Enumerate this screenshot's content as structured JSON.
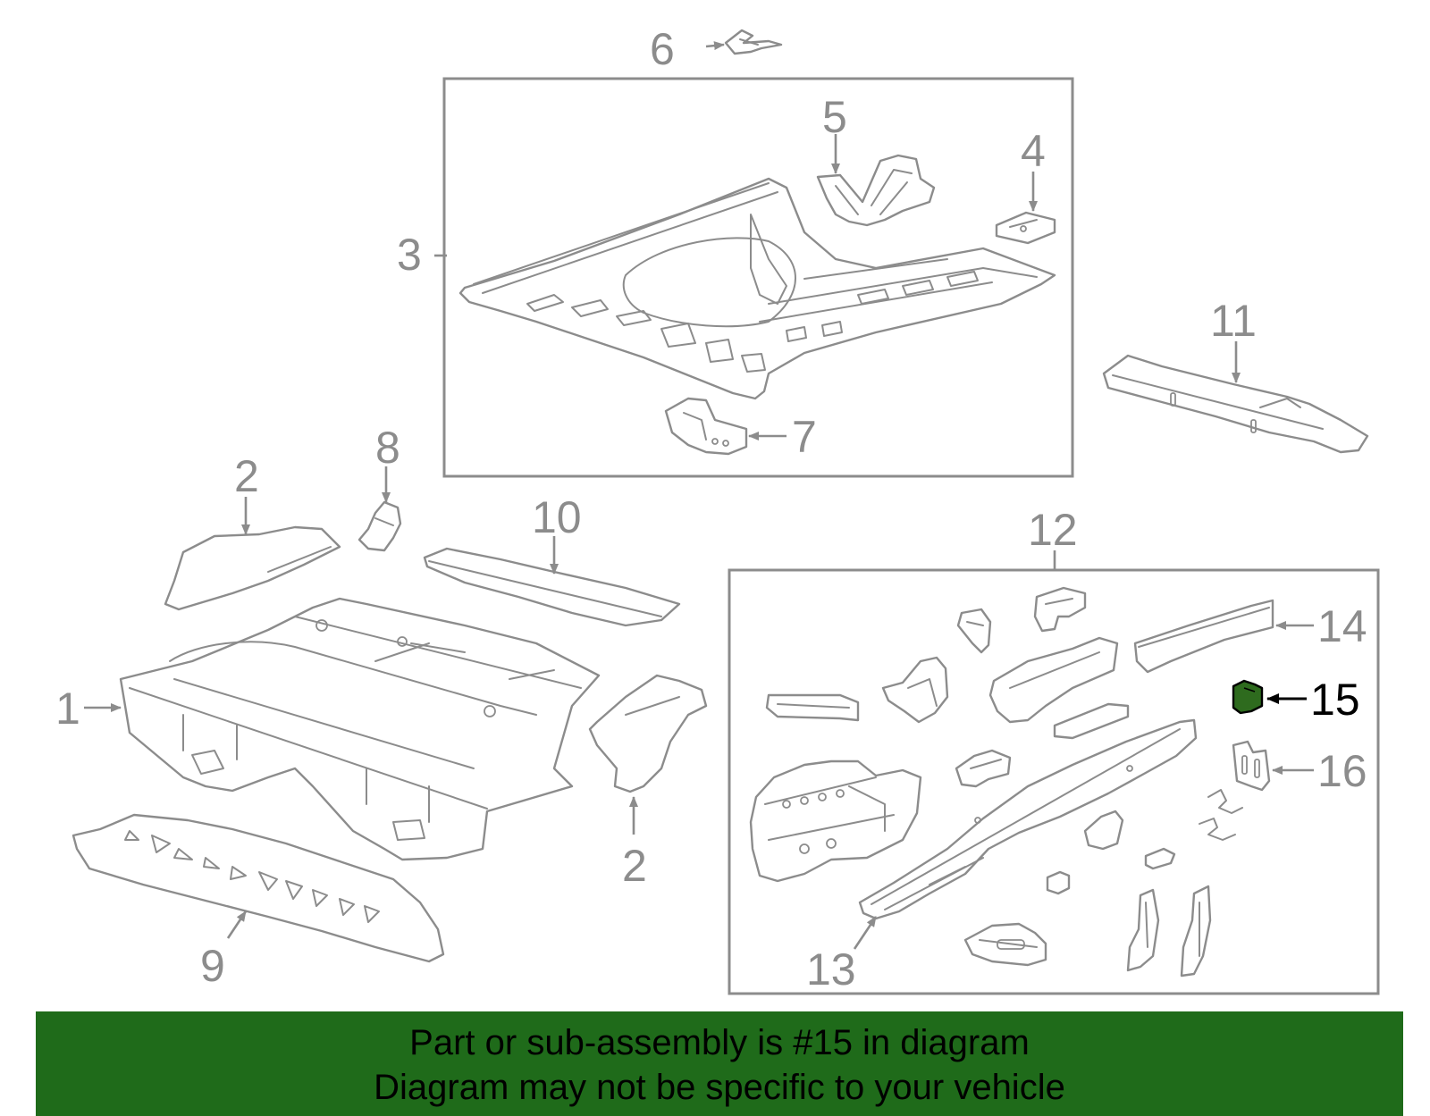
{
  "highlight_color": "#2e6b1e",
  "banner_color": "#1f6b1a",
  "callouts": {
    "c1": "1",
    "c2a": "2",
    "c2b": "2",
    "c3": "3",
    "c4": "4",
    "c5": "5",
    "c6": "6",
    "c7": "7",
    "c8": "8",
    "c9": "9",
    "c10": "10",
    "c11": "11",
    "c12": "12",
    "c13": "13",
    "c14": "14",
    "c15": "15",
    "c16": "16"
  },
  "banner": {
    "line1": "Part or sub-assembly is #15 in diagram",
    "line2": "Diagram may not be specific to your vehicle"
  }
}
